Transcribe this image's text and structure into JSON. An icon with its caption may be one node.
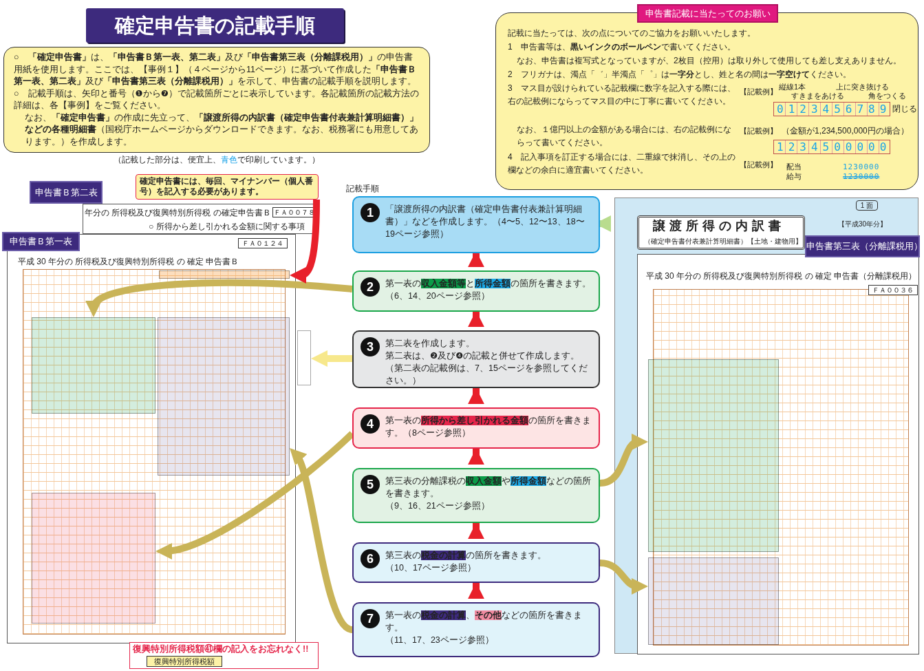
{
  "diagram": {
    "title": "確定申告書の記載手順",
    "nodes": [
      {
        "text": [
          "○　**「確定申告書」**は、**「申告書Ｂ第一表、第二表」**及び**「申告書第三表（分離課税用）」**の申告書用紙を使用します。ここでは、【事例１】（４ページから11ページ）に基づいて作成した**「申告書Ｂ第一表、第二表」**及び**「申告書第三表（分離課税用）」**を示して、申告書の記載手順を説明します。",
          "○　記載手順は、矢印と番号（❶から❼）で記載箇所ごとに表示しています。各記載箇所の記載方法の詳細は、各【事例】をご覧ください。",
          "なお、**「確定申告書」**の作成に先立って、**「譲渡所得の内訳書（確定申告書付表兼計算明細書）」などの各種明細書**（国税庁ホームページからダウンロードできます。なお、税務署にも用意してあります。）を作成します。"
        ]
      },
      {
        "text": [
          "申告書記載に当たってのお願い",
          "記載に当たっては、次の点についてのご協力をお願いいたします。",
          "1　申告書等は、**黒いインクのボールペン**で書いてください。",
          "なお、申告書は複写式となっていますが、2枚目（控用）は取り外して使用しても差し支えありません。",
          "2　フリガナは、濁点「゛」半濁点「゜」は**一字分**とし、姓と名の間は**一字空けて**ください。",
          "3　マス目が設けられている記載欄に数字を記入する際には、右の記載例にならってマス目の中に丁寧に書いてください。",
          "なお、１億円以上の金額がある場合には、右の記載例にならって書いてください。",
          "4　記入事項を訂正する場合には、二重線で抹消し、その上の欄などの余白に適宜書いてください。"
        ]
      },
      {
        "text": [
          "1",
          "「譲渡所得の内訳書（確定申告書付表兼計算明細書）」などを作成します。（4〜5、12〜13、18〜19ページ参照）"
        ]
      },
      {
        "text": [
          "2",
          "第一表の**収入金額等**と**所得金額**の箇所を書きます。（6、14、20ページ参照）"
        ]
      },
      {
        "text": [
          "3",
          "第二表を作成します。",
          "第二表は、❷及び❹の記載と併せて作成します。",
          "（第二表の記載例は、7、15ページを参照してください。）"
        ]
      },
      {
        "text": [
          "4",
          "第一表の**所得から差し引かれる金額**の箇所を書きます。（8ページ参照）"
        ]
      },
      {
        "text": [
          "5",
          "第三表の分離課税の**収入金額**や**所得金額**などの箇所を書きます。",
          "（9、16、21ページ参照）"
        ]
      },
      {
        "text": [
          "6",
          "第三表の**税金の計算**の箇所を書きます。",
          "（10、17ページ参照）"
        ]
      },
      {
        "text": [
          "7",
          "第一表の**税金の計算**、**その他**などの箇所を書きます。",
          "（11、17、23ページ参照）"
        ]
      },
      {
        "text": [
          "申告書Ｂ第二表",
          "年分の 所得税及び復興特別所得税 の確定申告書Ｂ",
          "ＦＡ００７８",
          "○ 所得から差し引かれる金額に関する事項"
        ]
      },
      {
        "text": [
          "申告書Ｂ第一表",
          "平成 30 年分の 所得税及び復興特別所得税 の 確定 申告書Ｂ",
          "ＦＡ０１２４"
        ]
      },
      {
        "text": [
          "確定申告書には、毎回、マイナンバー（個人番号）を記入する必要があります。"
        ]
      },
      {
        "text": [
          "譲渡所得の内訳書",
          "（確定申告書付表兼計算明細書）【土地・建物用】",
          "1 面",
          "【平成30年分】"
        ]
      },
      {
        "text": [
          "申告書第三表（分離課税用）",
          "平成 30 年分の 所得税及び復興特別所得税 の 確定 申告書（分離課税用）",
          "ＦＡ００３６"
        ],
        "in": 12
      },
      {
        "text": [
          "復興特別所得税額㊶欄の記入をお忘れなく!!",
          "復興特別所得税額"
        ]
      },
      {
        "text": [],
        "shape": "box",
        "in": 10
      },
      {
        "text": [],
        "shape": "box",
        "in": 10
      },
      {
        "text": [],
        "shape": "box",
        "in": 10
      },
      {
        "text": [],
        "shape": "box",
        "in": 10
      },
      {
        "text": [],
        "shape": "box",
        "in": 13
      },
      {
        "text": [],
        "shape": "box",
        "in": 13
      },
      {
        "text": [],
        "shape": "box"
      }
    ],
    "edges": [
      {
        "from": 2,
        "to": 3,
        "arrow": "to"
      },
      {
        "from": 3,
        "to": 4,
        "arrow": "to"
      },
      {
        "from": 4,
        "to": 5,
        "arrow": "to"
      },
      {
        "from": 5,
        "to": 6,
        "arrow": "to"
      },
      {
        "from": 6,
        "to": 7,
        "arrow": "to"
      },
      {
        "from": 7,
        "to": 8,
        "arrow": "to"
      },
      {
        "from": 2,
        "to": 12,
        "arrow": "to",
        "color": "#b9dc8e"
      },
      {
        "from": 3,
        "to": 15,
        "arrow": "to",
        "color": "#c9b458"
      },
      {
        "from": 4,
        "to": 21,
        "arrow": "to",
        "color": "#f7e88c"
      },
      {
        "from": 5,
        "to": 16,
        "arrow": "to",
        "color": "#c9b458"
      },
      {
        "from": 6,
        "to": 19,
        "arrow": "to",
        "color": "#c9b458"
      },
      {
        "from": 7,
        "to": 20,
        "arrow": "to",
        "color": "#c9b458"
      },
      {
        "from": 8,
        "to": 17,
        "arrow": "to",
        "color": "#c9b458"
      },
      {
        "from": 11,
        "to": 18,
        "arrow": "to"
      }
    ],
    "labels": [
      "（記載した部分は、便宜上、**青色**で印刷しています。）",
      "記載手順",
      "【記載例】",
      "縦線1本",
      "上に突き抜ける",
      "すきまをあける",
      "角をつくる",
      "0123456789",
      "閉じる",
      "【記載例】",
      "（金額が1,234,500,000円の場合）",
      "1234500000",
      "【記載例】",
      "配当",
      "給与",
      "1230000",
      "1230000"
    ]
  }
}
